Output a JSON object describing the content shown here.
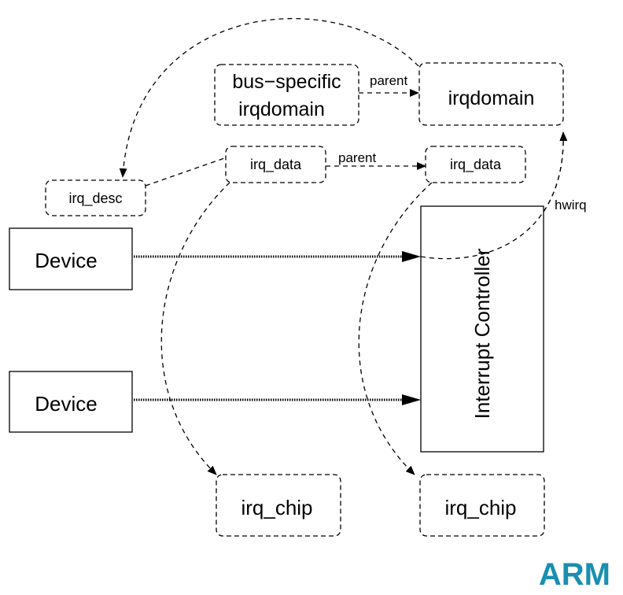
{
  "nodes": {
    "bus_specific_irqdomain": {
      "line1": "bus−specific",
      "line2": "irqdomain"
    },
    "irqdomain": "irqdomain",
    "irq_data_left": "irq_data",
    "irq_data_right": "irq_data",
    "irq_desc": "irq_desc",
    "device_top": "Device",
    "device_bottom": "Device",
    "interrupt_controller": "Interrupt Controller",
    "irq_chip_left": "irq_chip",
    "irq_chip_right": "irq_chip"
  },
  "edges": {
    "parent_domain": "parent",
    "parent_data": "parent",
    "hwirq": "hwirq"
  },
  "logo": {
    "text": "ARM",
    "color": "#1a8fb0"
  }
}
